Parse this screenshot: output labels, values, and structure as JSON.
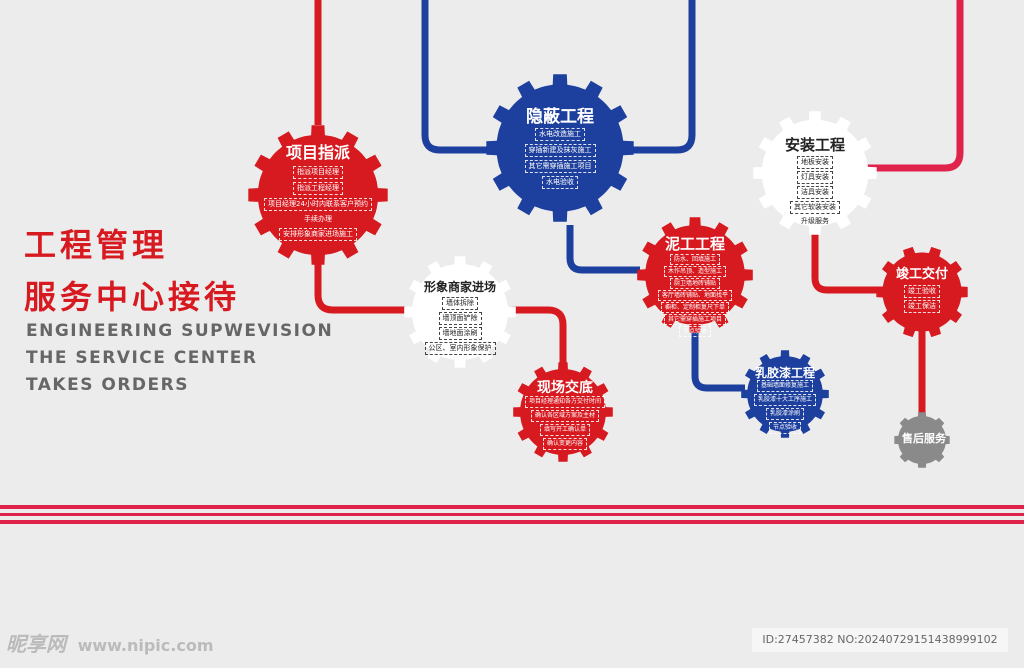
{
  "colors": {
    "red": "#d71920",
    "blue": "#1d3f9e",
    "white": "#ffffff",
    "gray": "#8a8a8a",
    "pink_line": "#e0234a"
  },
  "headline": {
    "line1": "工程管理",
    "line2": "服务中心接待"
  },
  "english": {
    "line1": "ENGINEERING SUPWEVISION",
    "line2": "THE SERVICE CENTER",
    "line3": "TAKES ORDERS"
  },
  "gears": {
    "project": {
      "title": "项目指派",
      "items": [
        "指派项目经理",
        "指派工程经理",
        "项目经理24小时内联系客户预约",
        "手续办理",
        "安排形象商家进场施工"
      ]
    },
    "concealed": {
      "title": "隐蔽工程",
      "items": [
        "水电改造施工",
        "穿插新建及抹灰施工",
        "其它需穿插施工项目",
        "水电验收"
      ]
    },
    "install": {
      "title": "安装工程",
      "items": [
        "地板安装",
        "灯具安装",
        "洁具安装",
        "其它软装安装",
        "升级服务"
      ]
    },
    "image": {
      "title": "形象商家进场",
      "items": [
        "墙体拆除",
        "墙顶面铲除",
        "墙地面涂刷",
        "公区、室内形象保护"
      ]
    },
    "masonry": {
      "title": "泥工工程",
      "items": [
        "防水、回填施工",
        "木作吊顶、造型施工",
        "厨卫墙地砖铺贴",
        "客厅墙砖铺贴、地面找平",
        "橱柜、定制柜复尺下单",
        "其它需穿插施工项目",
        "节点验收"
      ]
    },
    "handover": {
      "title": "现场交底",
      "items": [
        "项目经理通知各方交付时间",
        "确认各区域方案及主材",
        "填写开工确认单",
        "确认变更内容"
      ]
    },
    "paint": {
      "title": "乳胶漆工程",
      "items": [
        "基础墙面修复施工",
        "乳胶漆十大工序施工",
        "乳胶漆涂刷",
        "节点验收"
      ]
    },
    "complete": {
      "title": "竣工交付",
      "items": [
        "竣工验收",
        "竣工保洁"
      ]
    },
    "aftersale": {
      "title": "售后服务",
      "items": []
    }
  },
  "watermark": {
    "logo": "昵享网",
    "site": "www.nipic.com"
  },
  "image_id": "ID:27457382 NO:20240729151438999102"
}
